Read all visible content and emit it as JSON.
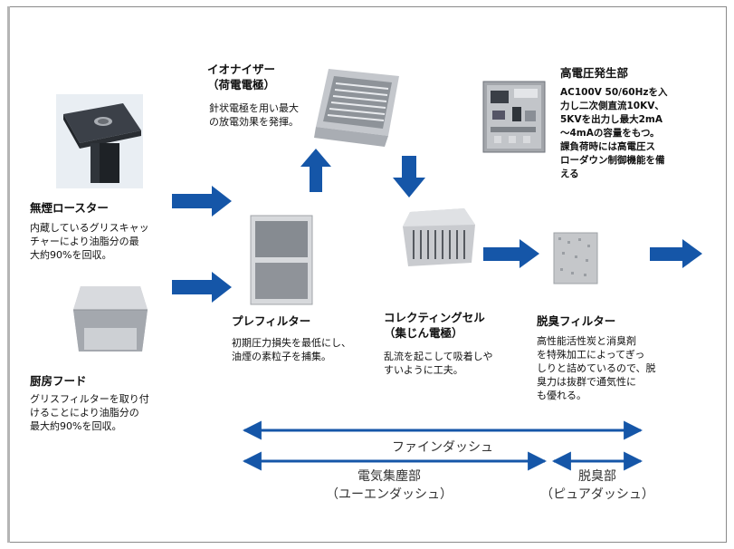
{
  "colors": {
    "arrow": "#1556a8",
    "frame": "#8a8a8a",
    "photo_metal": "#c9cbcf",
    "photo_dark": "#2a2e33"
  },
  "roaster": {
    "title": "無煙ロースター",
    "desc": [
      "内蔵しているグリスキャッ",
      "チャーにより油脂分の最",
      "大約90%を回収。"
    ]
  },
  "hood": {
    "title": "厨房フード",
    "desc": [
      "グリスフィルターを取り付",
      "けることにより油脂分の",
      "最大約90%を回収。"
    ]
  },
  "ionizer": {
    "title": [
      "イオナイザー",
      "（荷電電極）"
    ],
    "desc": [
      "針状電極を用い最大",
      "の放電効果を発揮。"
    ]
  },
  "hv": {
    "title": "高電圧発生部",
    "desc": [
      "AC100V 50/60Hzを入",
      "力し二次側直流10KV、",
      "5KVを出力し最大2mA",
      "～4mAの容量をもつ。",
      "課負荷時には高電圧ス",
      "ローダウン制御機能を備",
      "える"
    ]
  },
  "prefilter": {
    "title": "プレフィルター",
    "desc": [
      "初期圧力損失を最低にし、",
      "油煙の素粒子を捕集。"
    ]
  },
  "collecting": {
    "title": [
      "コレクティングセル",
      "（集じん電極）"
    ],
    "desc": [
      "乱流を起こして吸着しや",
      "すいように工夫。"
    ]
  },
  "deodor": {
    "title": "脱臭フィルター",
    "desc": [
      "高性能活性炭と消臭剤",
      "を特殊加工によってぎっ",
      "しりと詰めているので、脱",
      "臭力は抜群で通気性に",
      "も優れる。"
    ]
  },
  "bars": {
    "fine_dash": "ファインダッシュ",
    "electric_title": "電気集塵部",
    "electric_sub": "（ユーエンダッシュ）",
    "deodor_title": "脱臭部",
    "deodor_sub": "（ピュアダッシュ）"
  }
}
